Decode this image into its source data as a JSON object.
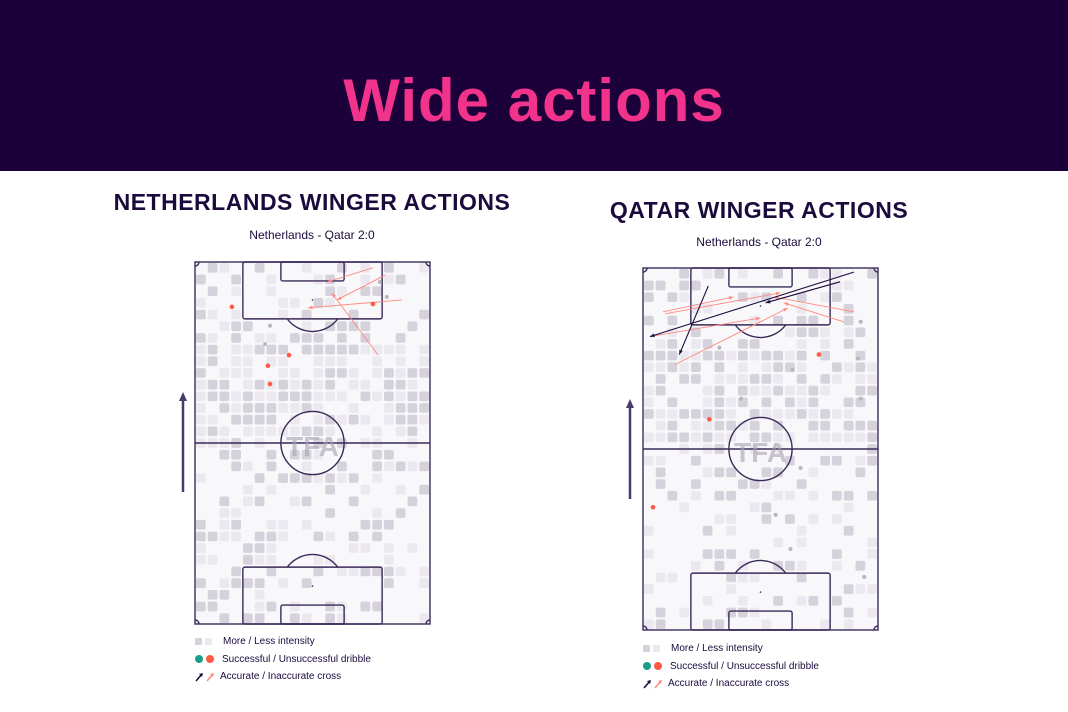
{
  "header": {
    "title": "Wide actions"
  },
  "colors": {
    "header_bg": "#1b0039",
    "title": "#f2338c",
    "ink": "#1b0b3d",
    "successful": "#1a9e8a",
    "unsuccessful": "#ff5a46",
    "accurate": "#1b0b3d",
    "inaccurate": "#ff8a80",
    "more": "#d5d2dc",
    "less": "#ebe9ef",
    "grey_point": "#b8b5c0"
  },
  "panels": [
    {
      "title": "NETHERLANDS WINGER ACTIONS",
      "subtitle": "Netherlands - Qatar 2:0",
      "watermark": "TFA",
      "seed": 7,
      "crosses_accurate": [],
      "crosses_inaccurate": [
        [
          [
            51.5,
            1.7
          ],
          [
            38.2,
            5.8
          ]
        ],
        [
          [
            55,
            3.8
          ],
          [
            41.1,
            11
          ]
        ],
        [
          [
            59.9,
            11
          ],
          [
            32.7,
            13.3
          ]
        ],
        [
          [
            53,
            27
          ],
          [
            39.6,
            9
          ]
        ]
      ],
      "dribbles_successful": [],
      "dribbles_unsuccessful": [
        [
          10.7,
          13
        ],
        [
          51.5,
          12.2
        ],
        [
          27.2,
          27
        ],
        [
          21.1,
          30.1
        ],
        [
          21.7,
          35.4
        ]
      ],
      "other_points": [
        [
          53.5,
          5.8
        ],
        [
          55.5,
          10.1
        ],
        [
          21.7,
          18.5
        ],
        [
          20.3,
          23.8
        ]
      ]
    },
    {
      "title": "QATAR WINGER ACTIONS",
      "subtitle": "Netherlands - Qatar 2:0",
      "watermark": "TFA",
      "seed": 13,
      "crosses_accurate": [
        [
          [
            61,
            1.2
          ],
          [
            2,
            19.9
          ]
        ],
        [
          [
            57,
            4
          ],
          [
            35.5,
            10.1
          ]
        ],
        [
          [
            18.9,
            5.2
          ],
          [
            10.5,
            25.1
          ]
        ]
      ],
      "crosses_inaccurate": [
        [
          [
            5.8,
            12.7
          ],
          [
            26.2,
            8.4
          ]
        ],
        [
          [
            6.4,
            13.3
          ],
          [
            39.8,
            7.2
          ]
        ],
        [
          [
            61,
            12.7
          ],
          [
            37.8,
            8.4
          ]
        ],
        [
          [
            58.1,
            15.6
          ],
          [
            40.7,
            10.1
          ]
        ],
        [
          [
            2,
            19.9
          ],
          [
            34,
            14.5
          ]
        ],
        [
          [
            9.3,
            28
          ],
          [
            41.9,
            11.6
          ]
        ]
      ],
      "dribbles_successful": [],
      "dribbles_unsuccessful": [
        [
          50.9,
          25.1
        ],
        [
          19.2,
          43.9
        ],
        [
          2.9,
          69.4
        ]
      ],
      "other_points": [
        [
          63,
          15.6
        ],
        [
          62.2,
          26.3
        ],
        [
          43.3,
          29.5
        ],
        [
          28.4,
          37.9
        ],
        [
          63,
          37.9
        ],
        [
          22.1,
          23.1
        ],
        [
          45.6,
          58
        ],
        [
          38.4,
          71.6
        ],
        [
          42.7,
          81.5
        ],
        [
          64,
          89.6
        ]
      ]
    }
  ],
  "legend": {
    "intensity": "More / Less intensity",
    "dribble": "Successful / Unsuccessful dribble",
    "cross": "Accurate / Inaccurate cross"
  }
}
